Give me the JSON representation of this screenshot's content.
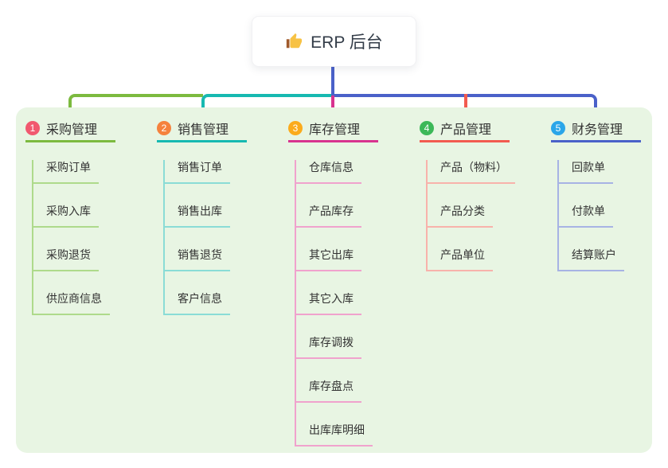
{
  "root": {
    "label": "ERP 后台",
    "icon": "thumbs-up-icon",
    "accent": "#4a61c9"
  },
  "canvas": {
    "background": "#ffffff",
    "panel_color": "#e8f5e3",
    "text_color": "#333333"
  },
  "branches": [
    {
      "num": "1",
      "label": "采购管理",
      "badge_color": "#f1586f",
      "line_color": "#7cba3f",
      "line_light": "#aeda8b",
      "children": [
        "采购订单",
        "采购入库",
        "采购退货",
        "供应商信息"
      ]
    },
    {
      "num": "2",
      "label": "销售管理",
      "badge_color": "#f5823d",
      "line_color": "#17b9b1",
      "line_light": "#8adcd6",
      "children": [
        "销售订单",
        "销售出库",
        "销售退货",
        "客户信息"
      ]
    },
    {
      "num": "3",
      "label": "库存管理",
      "badge_color": "#fbab1c",
      "line_color": "#d8338f",
      "line_light": "#f0a2cd",
      "children": [
        "仓库信息",
        "产品库存",
        "其它出库",
        "其它入库",
        "库存调拨",
        "库存盘点",
        "出库库明细"
      ]
    },
    {
      "num": "4",
      "label": "产品管理",
      "badge_color": "#3cb858",
      "line_color": "#f25b50",
      "line_light": "#f8b2ab",
      "children": [
        "产品（物料）",
        "产品分类",
        "产品单位"
      ]
    },
    {
      "num": "5",
      "label": "财务管理",
      "badge_color": "#2ba6e9",
      "line_color": "#4a61c9",
      "line_light": "#a7b3e4",
      "children": [
        "回款单",
        "付款单",
        "结算账户"
      ]
    }
  ]
}
